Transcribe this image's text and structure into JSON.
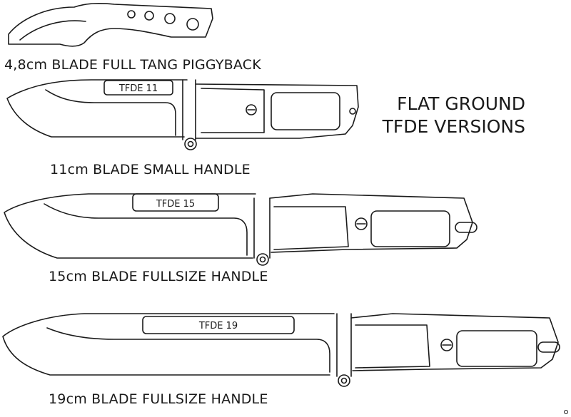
{
  "heading": {
    "line1": "FLAT GROUND",
    "line2": "TFDE VERSIONS"
  },
  "knives": [
    {
      "caption": "4,8cm BLADE FULL TANG PIGGYBACK",
      "tag": ""
    },
    {
      "caption": "11cm BLADE SMALL HANDLE",
      "tag": "TFDE 11"
    },
    {
      "caption": "15cm BLADE FULLSIZE HANDLE",
      "tag": "TFDE 15"
    },
    {
      "caption": "19cm BLADE FULLSIZE HANDLE",
      "tag": "TFDE 19"
    }
  ],
  "colors": {
    "line": "#1a1a1a",
    "background": "#ffffff"
  }
}
